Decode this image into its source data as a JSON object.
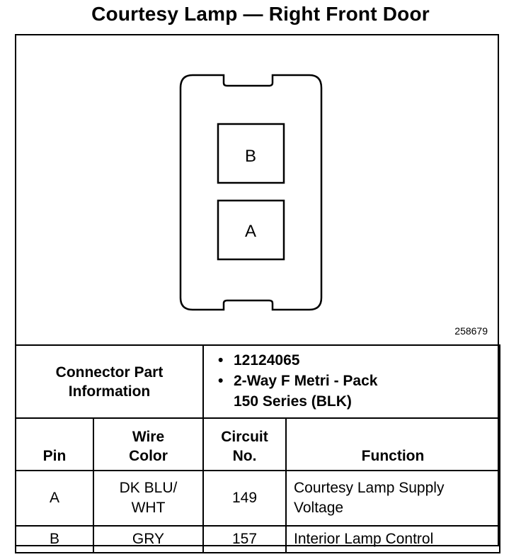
{
  "title": "Courtesy Lamp — Right Front Door",
  "figure": {
    "id_number": "258679",
    "cavities": [
      "B",
      "A"
    ]
  },
  "connector": {
    "label_line1": "Connector Part",
    "label_line2": "Information",
    "items": [
      {
        "line1": "12124065",
        "line2": ""
      },
      {
        "line1": "2-Way F Metri - Pack",
        "line2": "150 Series (BLK)"
      }
    ]
  },
  "pin_table": {
    "headers": {
      "pin": "Pin",
      "wire_color_1": "Wire",
      "wire_color_2": "Color",
      "circuit_1": "Circuit",
      "circuit_2": "No.",
      "function": "Function"
    },
    "rows": [
      {
        "pin": "A",
        "wire_color_1": "DK BLU/",
        "wire_color_2": "WHT",
        "circuit": "149",
        "function_1": "Courtesy Lamp Supply",
        "function_2": "Voltage"
      },
      {
        "pin": "B",
        "wire_color_1": "GRY",
        "wire_color_2": "",
        "circuit": "157",
        "function_1": "Interior Lamp Control",
        "function_2": ""
      }
    ]
  }
}
